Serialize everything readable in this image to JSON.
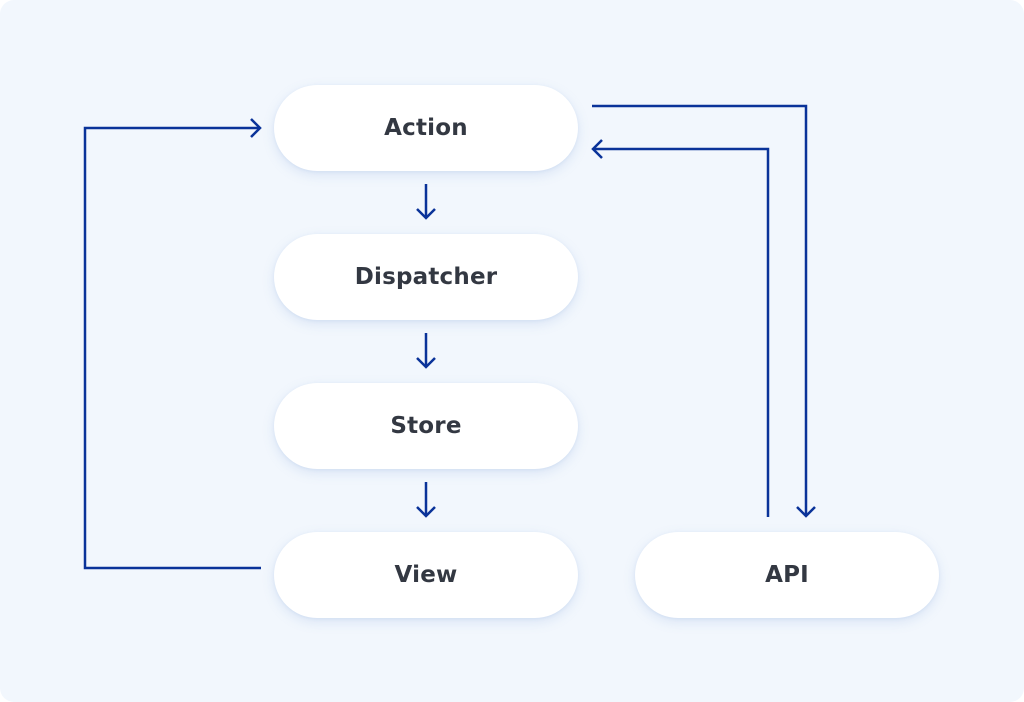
{
  "diagram": {
    "nodes": {
      "action": "Action",
      "dispatcher": "Dispatcher",
      "store": "Store",
      "view": "View",
      "api": "API"
    },
    "edges": [
      {
        "from": "Action",
        "to": "Dispatcher"
      },
      {
        "from": "Dispatcher",
        "to": "Store"
      },
      {
        "from": "Store",
        "to": "View"
      },
      {
        "from": "View",
        "to": "Action"
      },
      {
        "from": "Action",
        "to": "API"
      },
      {
        "from": "API",
        "to": "Action"
      }
    ],
    "colors": {
      "background": "#f2f7fd",
      "node_fill": "#ffffff",
      "arrow": "#0a3399",
      "text": "#333842"
    }
  }
}
